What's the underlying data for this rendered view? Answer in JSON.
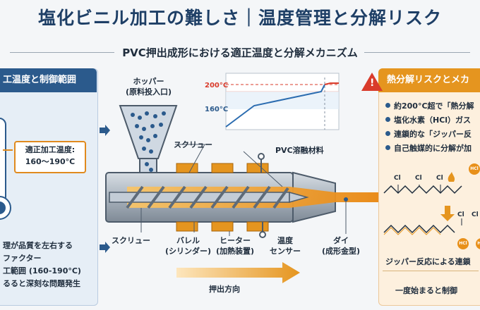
{
  "header": {
    "title": "塩化ビニル加工の難しさ｜温度管理と分解リスク",
    "subtitle": "PVC押出成形における適正温度と分解メカニズム"
  },
  "left_panel": {
    "heading": "工温度と制御範囲",
    "temp_label": "適正加工温度:",
    "temp_value": "160〜190°C",
    "notes": [
      "理が品質を左右する",
      "ファクター",
      "工範囲 (160-190°C)",
      "るると深刻な問題発生"
    ]
  },
  "right_panel": {
    "heading": "熱分解リスクとメカ",
    "bullets": [
      "約200°C超で「熱分解",
      "塩化水素（HCl）ガス",
      "連鎖的な「ジッパー反",
      "自己触媒的に分解が加"
    ],
    "zipper_caption": "ジッパー反応による連鎖",
    "footer": "一度始まると制御"
  },
  "chemistry": {
    "atoms": [
      "Cl",
      "Cl",
      "Cl",
      "Cl",
      "Cl"
    ],
    "hcl": "HCl"
  },
  "extruder": {
    "hopper": "ホッパー",
    "hopper_sub": "(原料投入口)",
    "screw_top": "スクリュー",
    "screw_bottom": "スクリュー",
    "melt": "PVC溶融材料",
    "barrel": "バレル",
    "barrel_sub": "(シリンダー)",
    "heater": "ヒーター",
    "heater_sub": "(加熱装置)",
    "sensor": "温度",
    "sensor_sub": "センサー",
    "die": "ダイ",
    "die_sub": "(成形金型)",
    "direction": "押出方向"
  },
  "temp_chart": {
    "type": "line",
    "y_ticks": [
      "200°C",
      "160°C"
    ],
    "series_color": "#2b6cb0",
    "danger_color": "#d93b2b"
  },
  "colors": {
    "accent": "#2b5a8c",
    "warning": "#e5951f",
    "danger": "#d93b2b"
  }
}
